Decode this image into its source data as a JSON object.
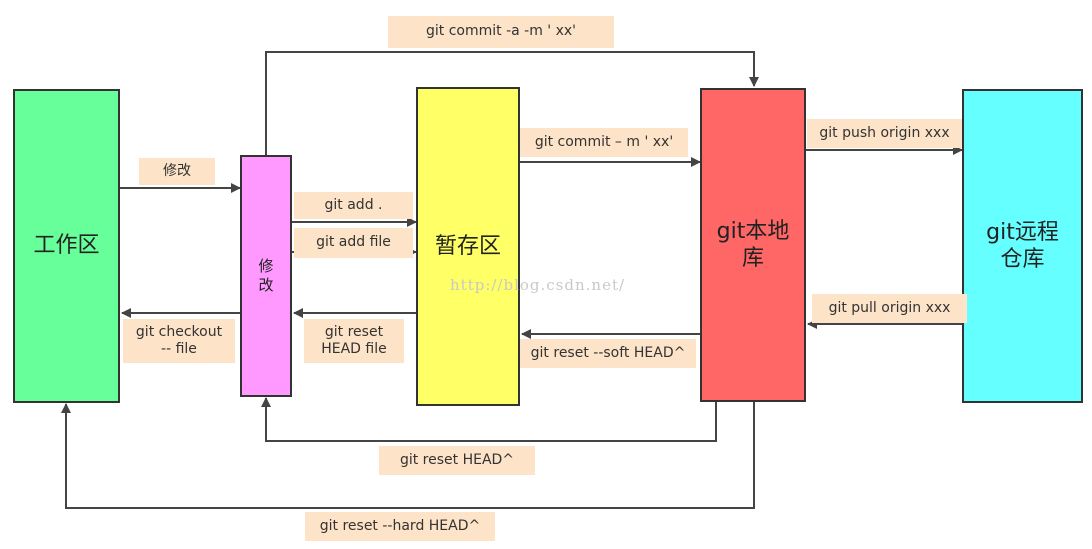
{
  "boxes": {
    "workspace": {
      "label": "工作区",
      "color": "#66ff99"
    },
    "modified": {
      "label": "修\n改",
      "color": "#ff99ff"
    },
    "staging": {
      "label": "暂存区",
      "color": "#ffff66"
    },
    "local_repo": {
      "label": "git本地\n库",
      "color": "#ff6666"
    },
    "remote_repo": {
      "label": "git远程\n仓库",
      "color": "#66ffff"
    }
  },
  "edges": {
    "commit_am": "git commit  -a -m ' xx'",
    "modify": "修改",
    "git_add_dot": "git add .",
    "git_add_file": "git add file",
    "commit_m": "git commit  – m ' xx'",
    "push": "git push origin xxx",
    "pull": "git pull origin xxx",
    "checkout": "git checkout\n-- file",
    "reset_head_file": "git reset\nHEAD file",
    "reset_soft": "git reset --soft  HEAD^",
    "reset_head": "git reset  HEAD^",
    "reset_hard": "git reset --hard  HEAD^"
  },
  "watermark": "http://blog.csdn.net/",
  "colors": {
    "line": "#444444",
    "label_bg": "#fde3c8"
  }
}
